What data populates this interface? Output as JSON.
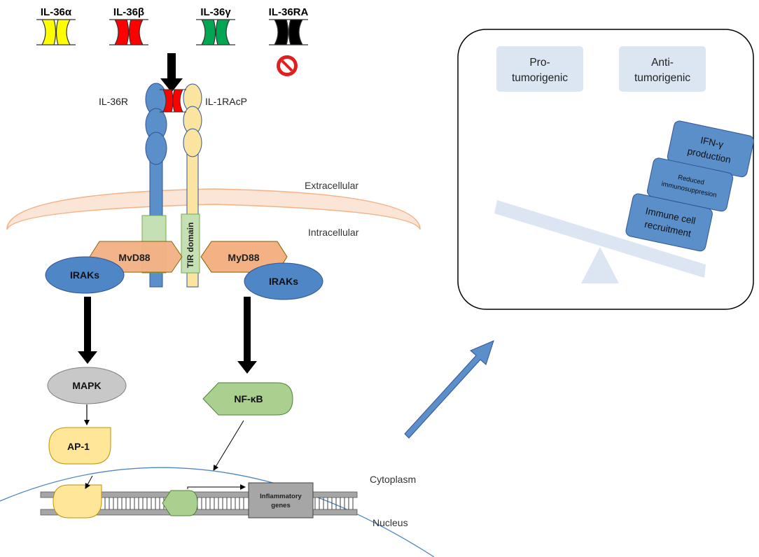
{
  "ligands": [
    {
      "label": "IL-36α",
      "color": "#ffff00"
    },
    {
      "label": "IL-36β",
      "color": "#ff0000"
    },
    {
      "label": "IL-36γ",
      "color": "#00a651"
    },
    {
      "label": "IL-36RA",
      "color": "#000000"
    }
  ],
  "receptor": {
    "left_label": "IL-36R",
    "right_label": "IL-1RAcP",
    "tir_label": "TIR domain"
  },
  "membrane": {
    "extracellular": "Extracellular",
    "intracellular": "Intracellular"
  },
  "adaptors": {
    "left_myd88": "MvD88",
    "right_myd88": "MyD88",
    "left_iraks": "IRAKs",
    "right_iraks": "IRAKs"
  },
  "signaling": {
    "mapk": "MAPK",
    "ap1": "AP-1",
    "nfkb": "NF-κB"
  },
  "nucleus": {
    "cytoplasm": "Cytoplasm",
    "nucleus": "Nucleus",
    "gene_line1": "Inflammatory",
    "gene_line2": "genes"
  },
  "outcome": {
    "pro_line1": "Pro-",
    "pro_line2": "tumorigenic",
    "anti_line1": "Anti-",
    "anti_line2": "tumorigenic",
    "block1_line1": "IFN-γ",
    "block1_line2": "production",
    "block2_line1": "Reduced",
    "block2_line2": "immunosuppresion",
    "block3_line1": "Immune cell",
    "block3_line2": "recruitment"
  },
  "colors": {
    "receptor_blue": "#5b8fc9",
    "receptor_yellow": "#fbe3a0",
    "myd88": "#f2b48a",
    "iraks": "#4f86c6",
    "mapk": "#c8c8c8",
    "ap1": "#ffe699",
    "nfkb": "#a9d08e",
    "membrane": "#fbe5d6",
    "block_blue": "#5b8fc9",
    "panel_blue": "#dce6f2"
  }
}
